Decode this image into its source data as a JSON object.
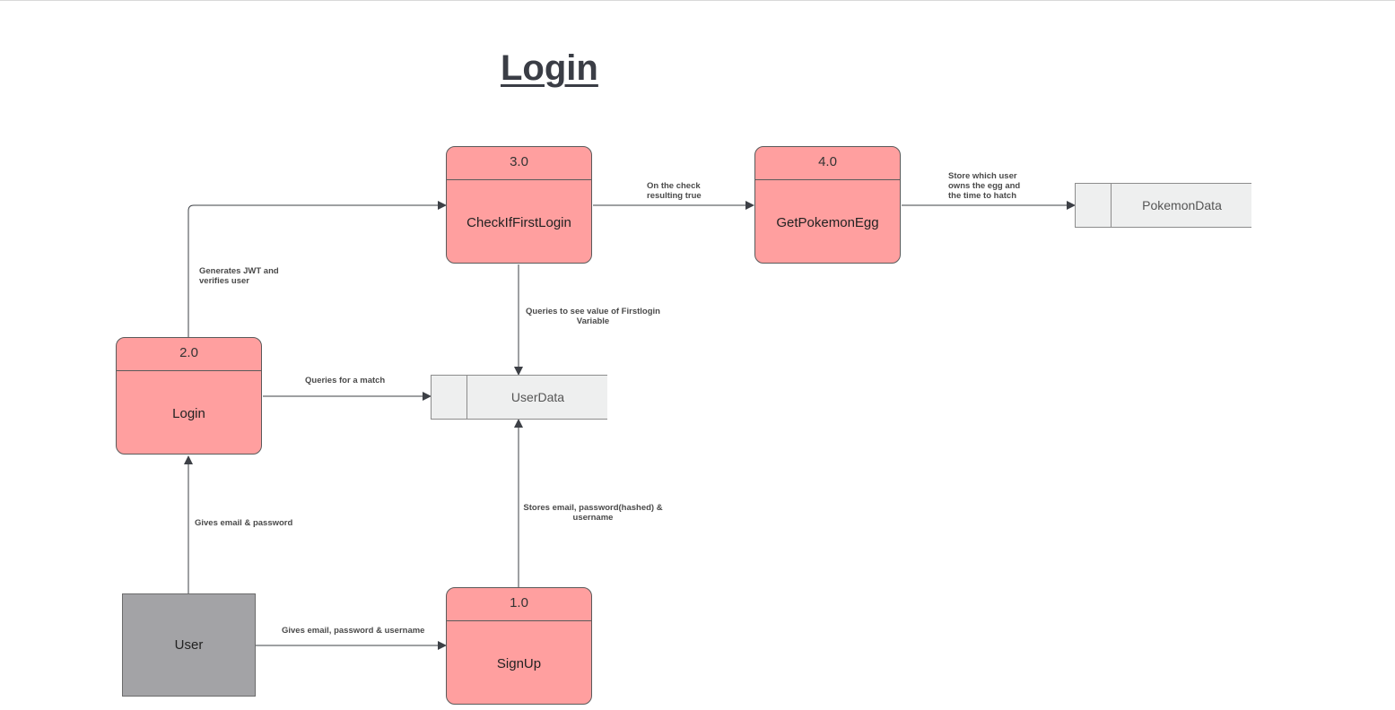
{
  "title": "Login",
  "processes": {
    "p1": {
      "number": "1.0",
      "name": "SignUp"
    },
    "p2": {
      "number": "2.0",
      "name": "Login"
    },
    "p3": {
      "number": "3.0",
      "name": "CheckIfFirstLogin"
    },
    "p4": {
      "number": "4.0",
      "name": "GetPokemonEgg"
    }
  },
  "stores": {
    "userdata": "UserData",
    "pokemondata": "PokemonData"
  },
  "entities": {
    "user": "User"
  },
  "flows": {
    "user_login": "Gives email & password",
    "user_signup": "Gives email, password & username",
    "login_userdata": "Queries for a match",
    "login_check": [
      "Generates JWT and",
      "verifies user"
    ],
    "check_userdata": [
      "Queries to see value of  Firstlogin",
      "Variable"
    ],
    "signup_userdata": [
      "Stores email, password(hashed) &",
      "username"
    ],
    "check_egg": [
      "On the check",
      "resulting true"
    ],
    "egg_pokemondata": [
      "Store which user",
      "owns the egg and",
      "the time to hatch"
    ]
  },
  "colors": {
    "process_fill": "#ff9f9f",
    "store_fill": "#eeefef",
    "entity_fill": "#a3a3a6",
    "edge": "#3d4046"
  }
}
